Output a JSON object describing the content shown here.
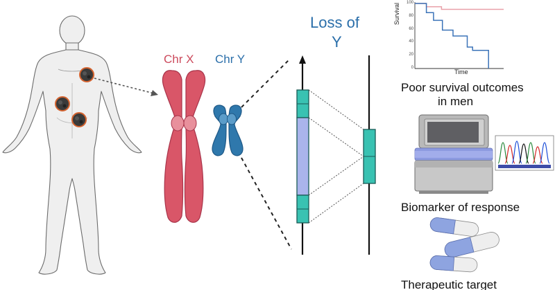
{
  "labels": {
    "chr_x": "Chr X",
    "chr_y": "Chr Y",
    "loss_line1": "Loss of",
    "loss_line2": "Y",
    "poor_line1": "Poor survival outcomes",
    "poor_line2": "in men",
    "biomarker": "Biomarker of response",
    "therapeutic": "Therapeutic target"
  },
  "colors": {
    "chr_x": "#cc4a5c",
    "chr_y": "#2b6faa",
    "loss_text": "#2b6faa",
    "teal": "#39c2b2",
    "band": "#aab4ec",
    "curve_pink": "#e9a0a8",
    "curve_blue": "#3b73b8"
  },
  "chart_data": {
    "type": "line",
    "xlabel": "Time",
    "ylabel": "Survival",
    "y_ticks": [
      "100",
      "80",
      "60",
      "40",
      "20",
      "0"
    ],
    "ylim": [
      0,
      100
    ],
    "xlim": [
      0,
      10
    ],
    "series": [
      {
        "x": [
          0,
          1.3,
          1.3,
          3,
          3,
          10
        ],
        "y": [
          100,
          100,
          95,
          95,
          91,
          91
        ]
      },
      {
        "x": [
          0,
          1.3,
          1.3,
          2.1,
          2.1,
          3.1,
          3.1,
          4.3,
          4.3,
          5.9,
          5.9,
          6.5,
          6.5,
          8.3,
          8.3
        ],
        "y": [
          100,
          100,
          86,
          86,
          74,
          74,
          59,
          59,
          50,
          50,
          33,
          33,
          28,
          28,
          0
        ]
      }
    ]
  },
  "icons": [
    "human-body-icon",
    "tumor-icon",
    "chromosome-x-icon",
    "chromosome-y-icon",
    "sequencer-icon",
    "chromatogram-icon",
    "capsule-icon"
  ]
}
